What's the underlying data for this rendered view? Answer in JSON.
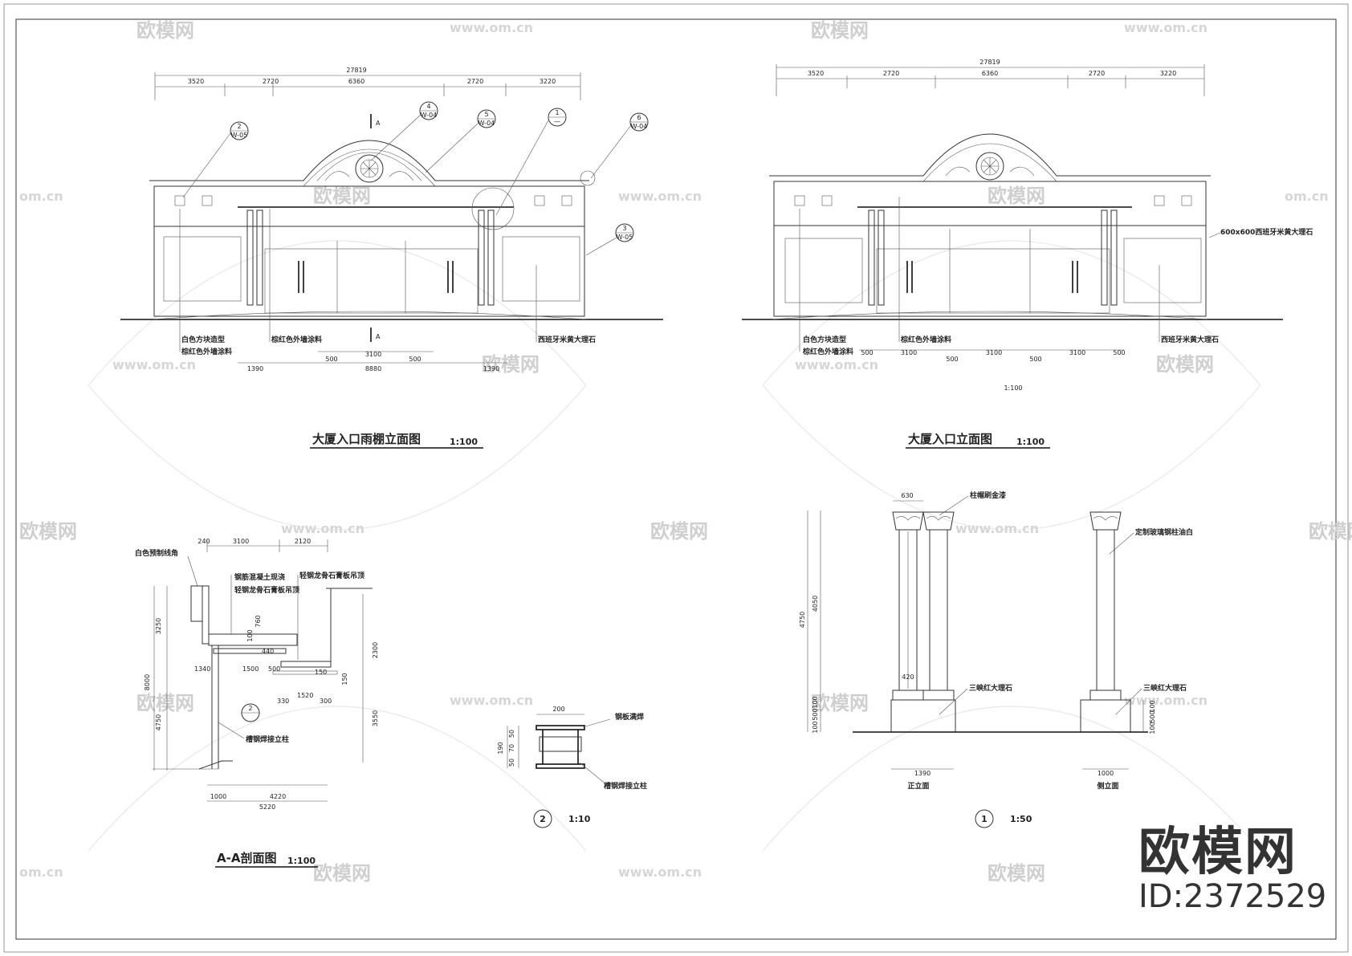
{
  "watermark": {
    "brand": "欧模网",
    "url": "www.om.cn",
    "url_short": "om.cn",
    "id_text": "ID:2372529"
  },
  "drawing1": {
    "title": "大厦入口雨棚立面图",
    "scale": "1:100",
    "overall_dim": "27819",
    "top_dims": [
      "3520",
      "2720",
      "6360",
      "2720",
      "3220"
    ],
    "section_mark": "A",
    "callouts": [
      {
        "num": "2",
        "ref": "W-05"
      },
      {
        "num": "4",
        "ref": "W-04"
      },
      {
        "num": "5",
        "ref": "W-04"
      },
      {
        "num": "1",
        "ref": "—"
      },
      {
        "num": "6",
        "ref": "W-04"
      },
      {
        "num": "3",
        "ref": "W-05"
      }
    ],
    "notes": [
      "白色方块造型",
      "棕红色外墙涂料",
      "棕红色外墙涂料",
      "西班牙米黄大理石"
    ],
    "bottom_dims_row1": [
      "500",
      "3100",
      "500"
    ],
    "bottom_dims_row2": [
      "1390",
      "8880",
      "1390"
    ]
  },
  "drawing2": {
    "title": "大厦入口立面图",
    "scale": "1:100",
    "scale_note": "1:100",
    "overall_dim": "27819",
    "top_dims": [
      "3520",
      "2720",
      "6360",
      "2720",
      "3220"
    ],
    "marble_note": "600x600西班牙米黄大理石",
    "notes": [
      "白色方块造型",
      "棕红色外墙涂料",
      "棕红色外墙涂料",
      "西班牙米黄大理石"
    ],
    "bottom_dims": [
      "500",
      "3100",
      "500",
      "3100",
      "500",
      "3100",
      "500"
    ]
  },
  "drawing3": {
    "title": "A-A剖面图",
    "scale": "1:100",
    "top_dims": [
      "240",
      "3100",
      "2120"
    ],
    "notes": [
      "白色预制线角",
      "钢筋混凝土现浇",
      "轻钢龙骨石膏板吊顶",
      "轻钢龙骨石膏板吊顶",
      "槽钢焊接立柱"
    ],
    "left_dims": [
      "3250",
      "8000",
      "4750"
    ],
    "right_dims": [
      "2300",
      "3550"
    ],
    "inner_dims": [
      "760",
      "100",
      "440",
      "1340",
      "1500",
      "500",
      "150",
      "1520",
      "330",
      "300",
      "150"
    ],
    "bottom_dims": [
      "1000",
      "4220",
      "5220"
    ],
    "detail_ref": "2"
  },
  "drawing4": {
    "detail_num": "2",
    "scale": "1:10",
    "dims": [
      "200",
      "190",
      "50",
      "70",
      "50"
    ],
    "notes": [
      "钢板满焊",
      "槽钢焊接立柱"
    ]
  },
  "drawing5": {
    "detail_num": "1",
    "scale": "1:50",
    "dims": [
      "630",
      "4750",
      "4050",
      "420",
      "100",
      "500",
      "100",
      "1390",
      "1000",
      "100",
      "500",
      "100"
    ],
    "notes": [
      "柱帽刷金漆",
      "定制玻璃钢柱油白",
      "三峡红大理石",
      "三峡红大理石"
    ],
    "view_labels": [
      "正立面",
      "侧立面"
    ]
  }
}
